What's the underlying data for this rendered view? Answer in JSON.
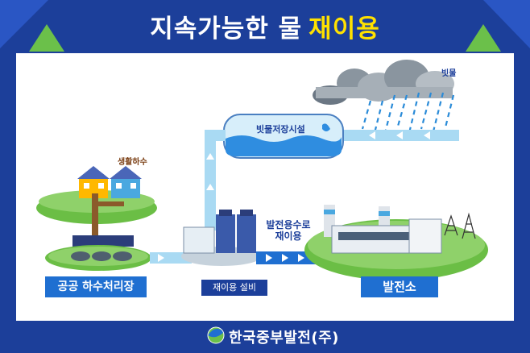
{
  "header": {
    "title_main": "지속가능한 물",
    "title_accent": "재이용"
  },
  "labels": {
    "rainwater": "빗물",
    "storage": "빗물저장시설",
    "domestic_sewage": "생활하수",
    "sewage_plant": "공공 하수처리장",
    "reuse_facility": "재이용 설비",
    "power_reuse_line1": "발전용수로",
    "power_reuse_line2": "재이용",
    "power_plant": "발전소"
  },
  "footer": {
    "company": "한국중부발전(주)"
  },
  "colors": {
    "navy": "#1c3f9a",
    "accent_yellow": "#ffe100",
    "pipe_blue": "#a9daf3",
    "green": "#5cb93b",
    "label_blue": "#1f6fd1"
  }
}
